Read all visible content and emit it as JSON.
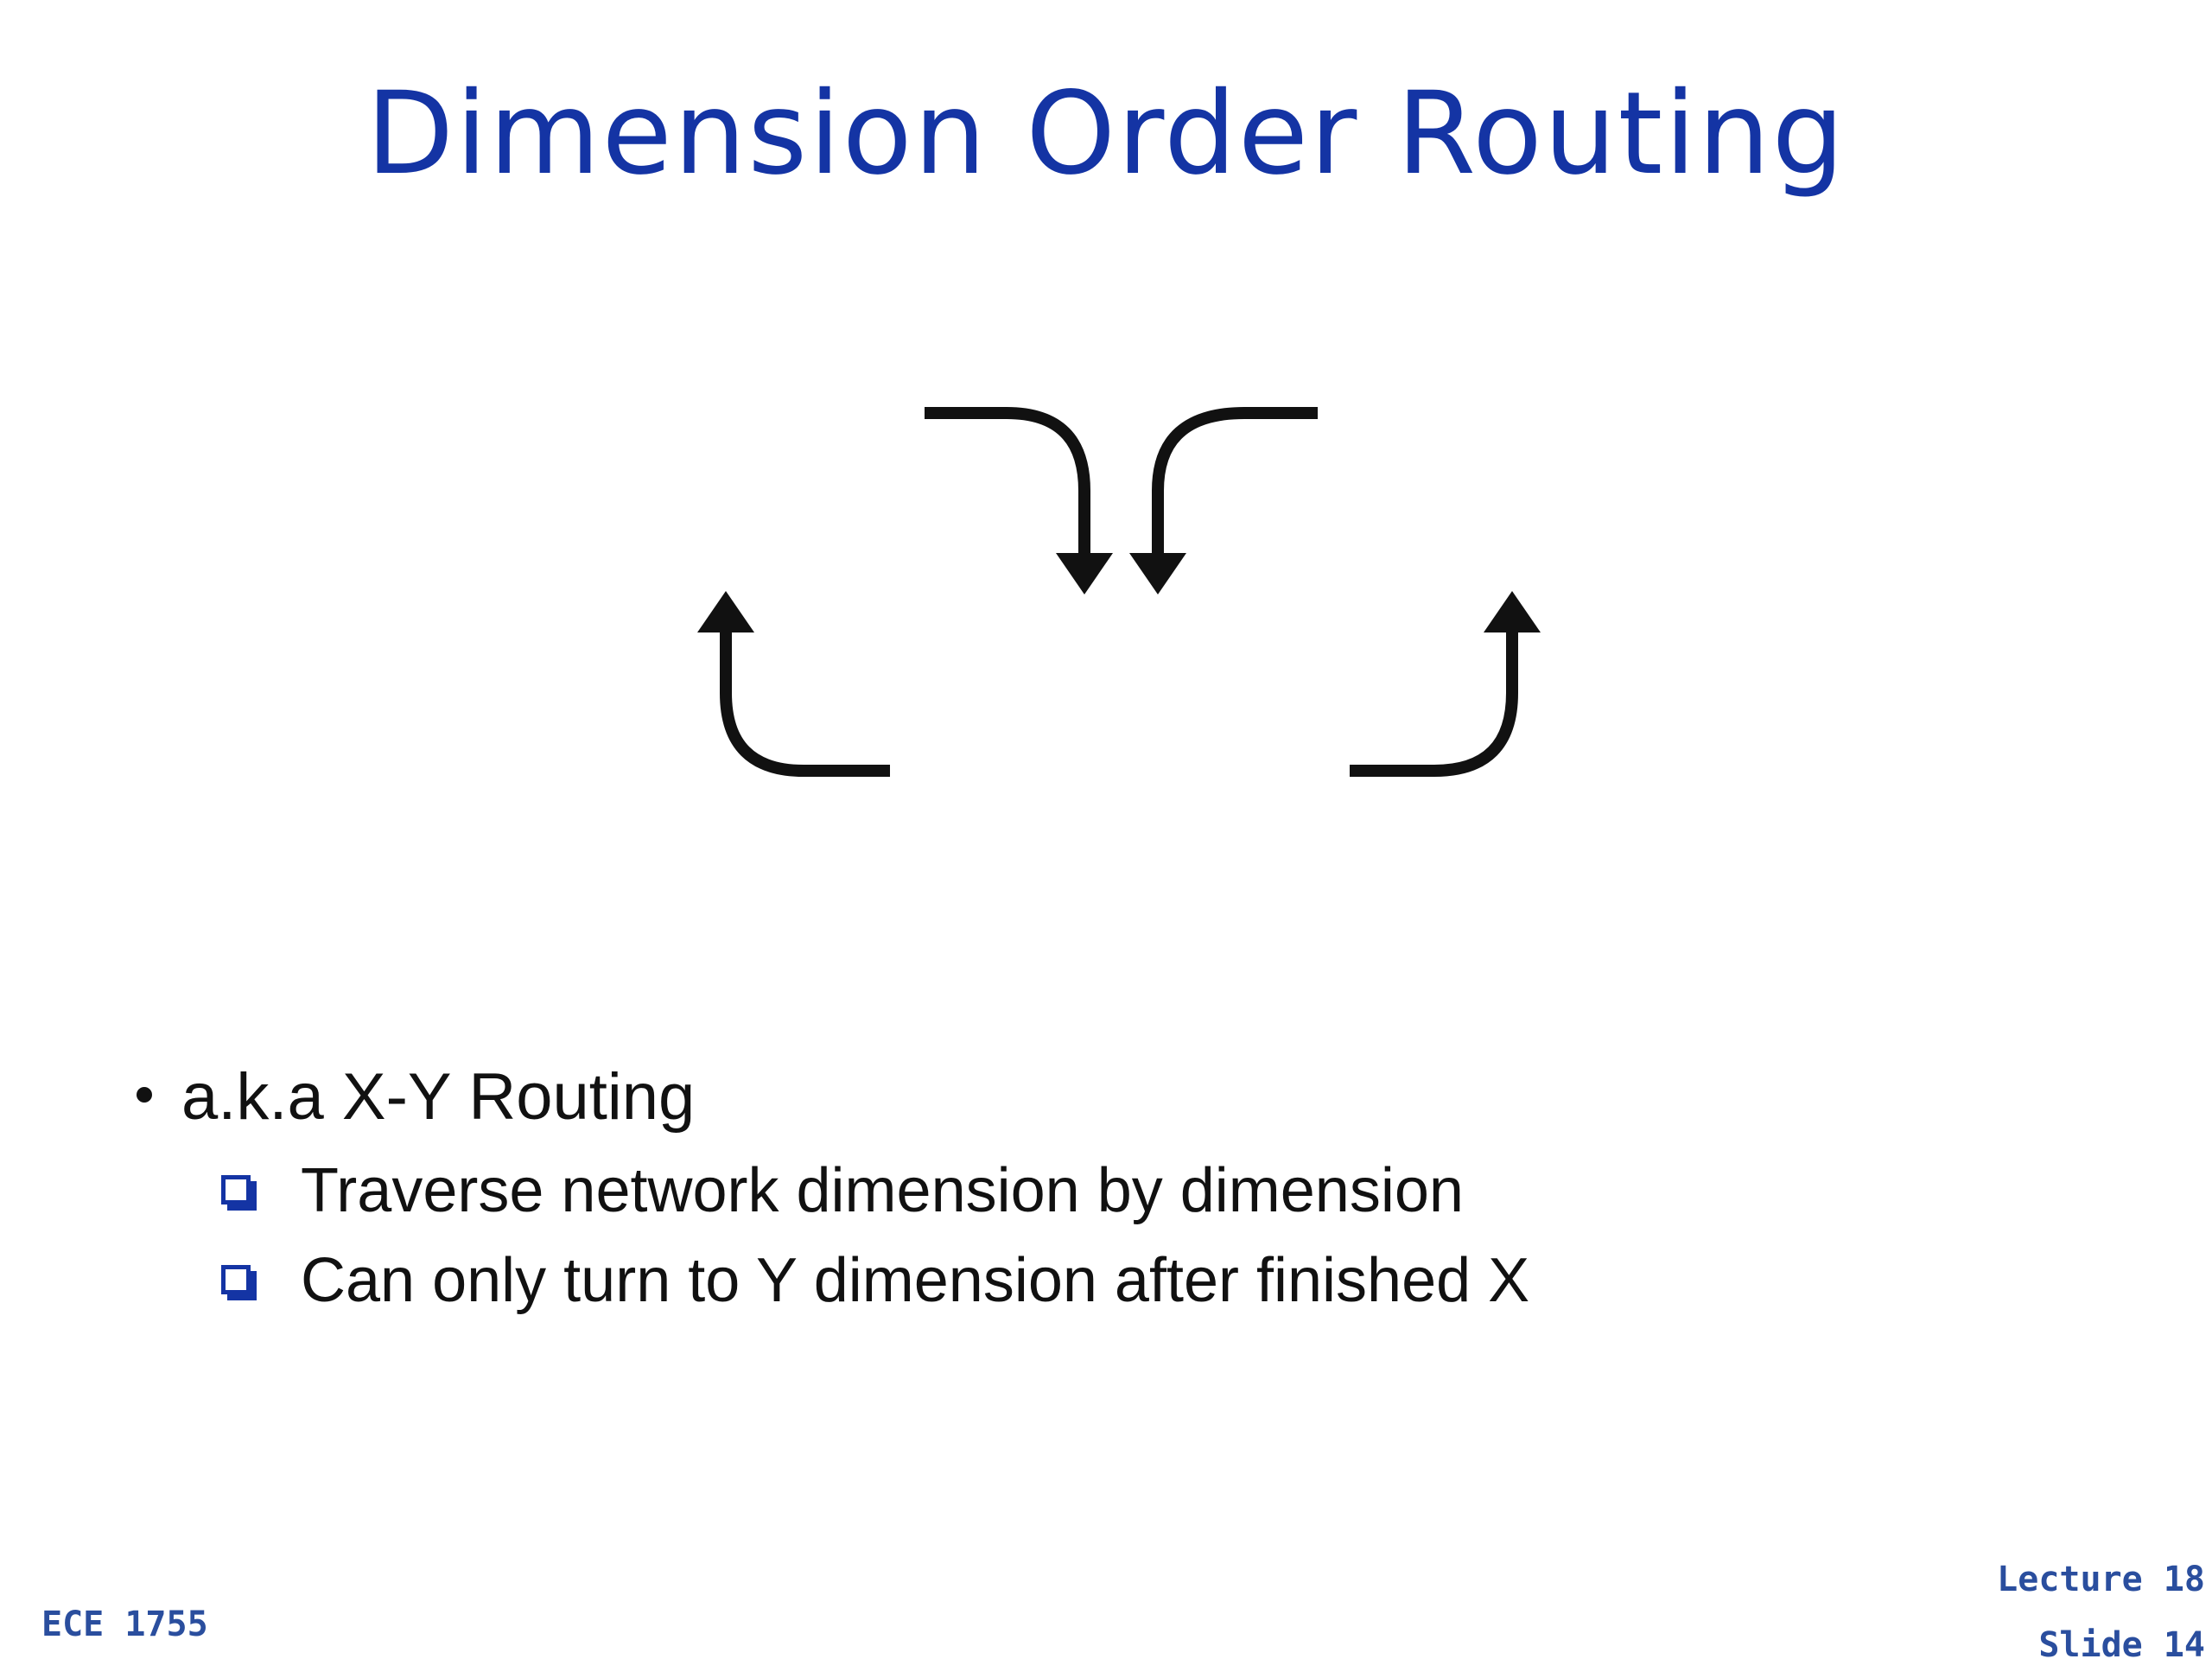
{
  "slide": {
    "title": "Dimension Order Routing"
  },
  "bullets": {
    "main": "a.k.a X-Y Routing",
    "sub": [
      "Traverse network dimension by dimension",
      "Can only turn to Y dimension after finished X"
    ]
  },
  "footer": {
    "course": "ECE 1755",
    "lecture": "Lecture 18",
    "slide": "Slide 14"
  },
  "colors": {
    "title": "#1434a4",
    "footer": "#2a4e9e",
    "arrows": "#111111"
  }
}
